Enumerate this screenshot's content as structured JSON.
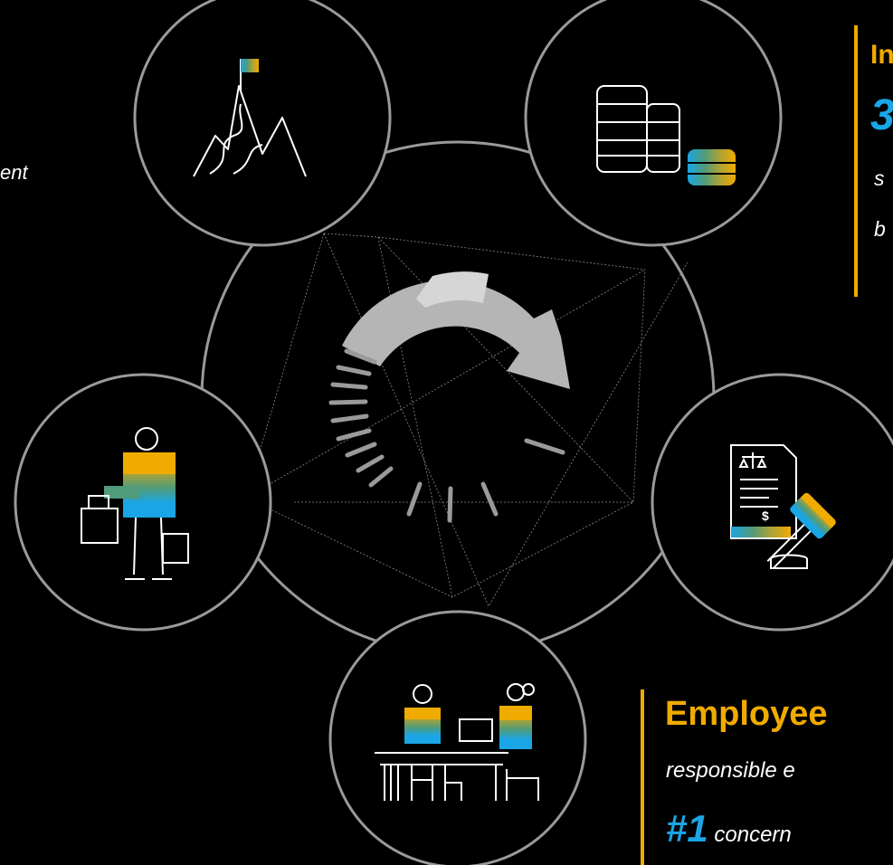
{
  "left_fragment": {
    "text": "ent"
  },
  "top_right_callout": {
    "heading_fragment": "In",
    "stat_fragment": "3",
    "line1_fragment": "s",
    "line2_fragment": "b"
  },
  "bottom_right_callout": {
    "heading": "Employee",
    "subtitle": "responsible e",
    "stat": "#1",
    "stat_text": "concern"
  },
  "colors": {
    "accent": "#f0ab00",
    "highlight": "#1aa6e6",
    "ring": "#9a9a9a"
  },
  "icons": [
    "mountain-flag-icon",
    "coin-stacks-icon",
    "shopper-icon",
    "legal-gavel-icon",
    "office-workers-icon",
    "cycle-arrow-icon"
  ]
}
